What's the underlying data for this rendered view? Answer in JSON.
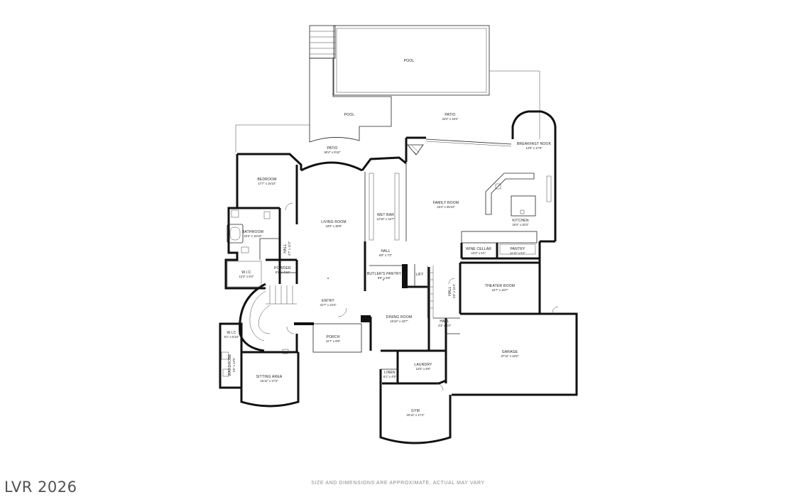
{
  "rooms": [
    {
      "id": "pool_main",
      "name": "POOL",
      "dims": ""
    },
    {
      "id": "pool_spa",
      "name": "POOL",
      "dims": ""
    },
    {
      "id": "patio_right",
      "name": "PATIO",
      "dims": "44'2\" x 19'2\""
    },
    {
      "id": "patio_left",
      "name": "PATIO",
      "dims": "50'4\" x 9'10\""
    },
    {
      "id": "breakfast",
      "name": "BREAKFAST NOOK",
      "dims": "12'0\" x 17'9\""
    },
    {
      "id": "bedroom",
      "name": "BEDROOM",
      "dims": "17'7\" x 15'10\""
    },
    {
      "id": "family",
      "name": "FAMILY ROOM",
      "dims": "23'4\" x 35'10\""
    },
    {
      "id": "wetbar",
      "name": "WET BAR",
      "dims": "12'10\" x 24'7\""
    },
    {
      "id": "living",
      "name": "LIVING ROOM",
      "dims": "18'0\" x 35'9\""
    },
    {
      "id": "kitchen",
      "name": "KITCHEN",
      "dims": "20'4\" x 20'3\""
    },
    {
      "id": "bathroom",
      "name": "BATHROOM",
      "dims": "15'4\" x 15'10\""
    },
    {
      "id": "wine",
      "name": "WINE CELLAR",
      "dims": "10'2\" x 5'1\""
    },
    {
      "id": "pantry",
      "name": "PANTRY",
      "dims": "11'11\" x 5'1\""
    },
    {
      "id": "hall_mid",
      "name": "HALL",
      "dims": "6'8\" x 7'2\""
    },
    {
      "id": "wic_top",
      "name": "W.I.C",
      "dims": "12'2\" x 8'4\""
    },
    {
      "id": "powder",
      "name": "POWDER",
      "dims": "8'2\" x 4'10\""
    },
    {
      "id": "butlers",
      "name": "BUTLER'S PANTRY",
      "dims": "9'5\" x 5'5\""
    },
    {
      "id": "lift",
      "name": "LIFT",
      "dims": ""
    },
    {
      "id": "theater",
      "name": "THEATER ROOM",
      "dims": "22'7\" x 15'7\""
    },
    {
      "id": "entry",
      "name": "ENTRY",
      "dims": "31'7\" x 13'4\""
    },
    {
      "id": "dining",
      "name": "DINING ROOM",
      "dims": "16'10\" x 18'7\""
    },
    {
      "id": "hall_low",
      "name": "HALL",
      "dims": "4'3\" x 5'0\""
    },
    {
      "id": "wic_low",
      "name": "W.I.C",
      "dims": "6'1\" x 5'10\""
    },
    {
      "id": "porch",
      "name": "PORCH",
      "dims": "11'7\" x 8'9\""
    },
    {
      "id": "garage",
      "name": "GARAGE",
      "dims": "37'11\" x 23'2\""
    },
    {
      "id": "laundry",
      "name": "LAUNDRY",
      "dims": "12'5\" x 8'6\""
    },
    {
      "id": "sitting",
      "name": "SITTING AREA",
      "dims": "15'11\" x 17'3\""
    },
    {
      "id": "linen",
      "name": "LINEN",
      "dims": "6'1\" x 4'9\""
    },
    {
      "id": "gym",
      "name": "GYM",
      "dims": "20'11\" x 17'4\""
    }
  ],
  "vertical_labels": [
    {
      "id": "hall_bed",
      "name": "HALL",
      "dims": "4'7\" x 11'3\""
    },
    {
      "id": "hall_stair",
      "name": "HALL",
      "dims": "3'5\" x 11'3\""
    },
    {
      "id": "wardrobe",
      "name": "WARDROBE",
      "dims": "3'5\" x 13'5\""
    }
  ],
  "disclaimer": "SIZE AND DIMENSIONS ARE APPROXIMATE, ACTUAL MAY VARY",
  "watermark": "LVR 2026",
  "colors": {
    "wall": "#111111",
    "line": "#222222",
    "text": "#222222",
    "disclaimer": "#8a8a8a"
  }
}
